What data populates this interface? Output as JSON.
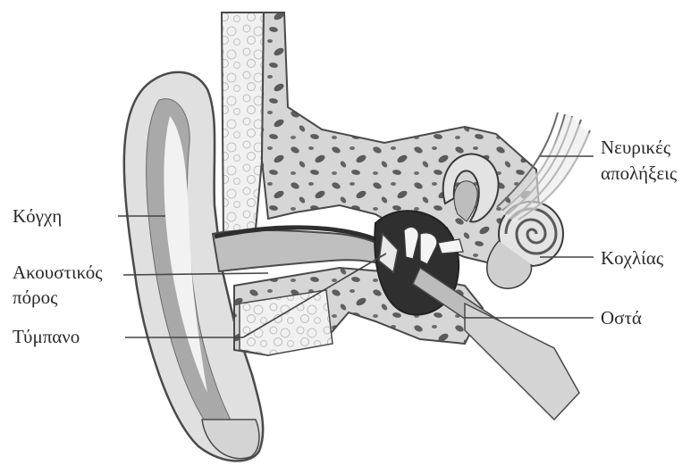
{
  "labels": {
    "pinna": "Κόγχη",
    "canal_line1": "Ακουστικός",
    "canal_line2": "πόρος",
    "eardrum": "Τύμπανο",
    "nerves_line1": "Νευρικές",
    "nerves_line2": "απολήξεις",
    "cochlea": "Κοχλίας",
    "bones": "Οστά"
  },
  "colors": {
    "outline": "#4a4a4a",
    "skin_light": "#e6e6e6",
    "skin_mid": "#c4c4c4",
    "skin_dark": "#8f8f8f",
    "bone_bg": "#d9d9d9",
    "bone_spot": "#5e5e5e",
    "leader": "#444444"
  }
}
